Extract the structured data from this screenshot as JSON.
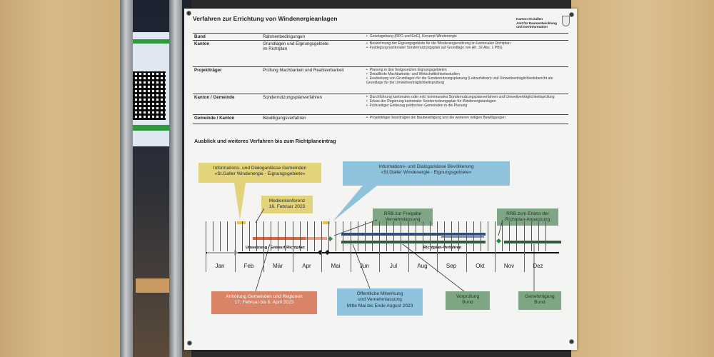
{
  "poster": {
    "title": "Verfahren zur Errichtung von Windenergieanlagen",
    "logo": [
      "Kanton St.Gallen",
      "Amt für Raumentwicklung",
      "und Geoinformation"
    ]
  },
  "table": [
    {
      "actor": "Bund",
      "topic": "Rahmenbedingungen",
      "bullets": [
        "Gesetzgebung (RPG und EnG), Konzept Windenergie"
      ]
    },
    {
      "actor": "Kanton",
      "topic": "Grundlagen und Eignungsgebiete im Richtplan",
      "bullets": [
        "Bezeichnung der Eignungsgebiete für die Windenergienutzung im kantonalen Richtplan",
        "Festlegung kantonaler Sondernutzungsplan auf Grundlage von Art. 32 Abs. 1 PBG"
      ]
    },
    {
      "actor": "Projektträger",
      "topic": "Prüfung Machbarkeit und Realisierbarkeit",
      "bullets": [
        "Planung in den festgesetzten Eignungsgebieten",
        "Detaillierte Machbarkeits- und Wirtschaftlichkeitsstudien",
        "Erarbeitung von Grundlagen für die Sondernutzungsplanung (Leitverfahren) und Umweltverträglichkeitsbericht als Grundlage für die Umweltverträglichkeitsprüfung"
      ]
    },
    {
      "actor": "Kanton / Gemeinde",
      "topic": "Sondernutzungsplanverfahren",
      "bullets": [
        "Durchführung kantonales oder evtl. kommunales Sondernutzungsplanverfahren und Umweltverträglichkeitsprüfung",
        "Erlass der Regierung kantonaler Sondernutzungsplan für Windenergieanlagen",
        "Frühzeitiger Einbezug politischen Gemeinden in die Planung"
      ]
    },
    {
      "actor": "Gemeinde / Kanton",
      "topic": "Bewilligungsverfahren",
      "bullets": [
        "Projektträger beantragen die Baubewilligung und die weiteren nötigen Bewilligungen"
      ]
    }
  ],
  "timeline": {
    "section_title": "Ausblick und weiteres Verfahren bis zum Richtplaneintrag",
    "months": [
      "Jan",
      "Feb",
      "Mär",
      "Apr",
      "Mai",
      "Jun",
      "Jul",
      "Aug",
      "Sep",
      "Okt",
      "Nov",
      "Dez"
    ],
    "phase_left": "Umsetzung / Entwurf Richtplan",
    "phase_right": "Richtplan-Verfahren",
    "callouts": {
      "gemeinden": [
        "Informations- und Dialoganlässe Gemeinden",
        "«St.Galler Windenergie - Eignungsgebiete»"
      ],
      "bevoelkerung": [
        "Informations- und Dialoganlässe Bevölkerung",
        "«St.Galler Windenergie - Eignungsgebiete»"
      ],
      "medien": [
        "Medienkonferenz",
        "16. Februar 2023"
      ],
      "rrb_freigabe": [
        "RRB zur Freigabe",
        "Vernehmlassung"
      ],
      "rrb_erlass": [
        "RRB zum Erlass der",
        "Richtplan-Anpassung"
      ],
      "anhoerung": [
        "Anhörung Gemeinden und Regionen",
        "17. Februar bis 6. April 2023"
      ],
      "mitwirkung": [
        "Öffentliche Mitwirkung",
        "und Vernehmlassung",
        "Mitte Mai bis Ende August 2023"
      ],
      "vorpruefung": [
        "Vorprüfung",
        "Bund"
      ],
      "genehmigung": [
        "Genehmigung",
        "Bund"
      ]
    }
  },
  "colors": {
    "yellow": "#e3d37a",
    "blue": "#8fc2dc",
    "green": "#7fa684",
    "orange": "#d98466",
    "dark_green": "#2f5c3a",
    "navy": "#2f4f7a"
  }
}
